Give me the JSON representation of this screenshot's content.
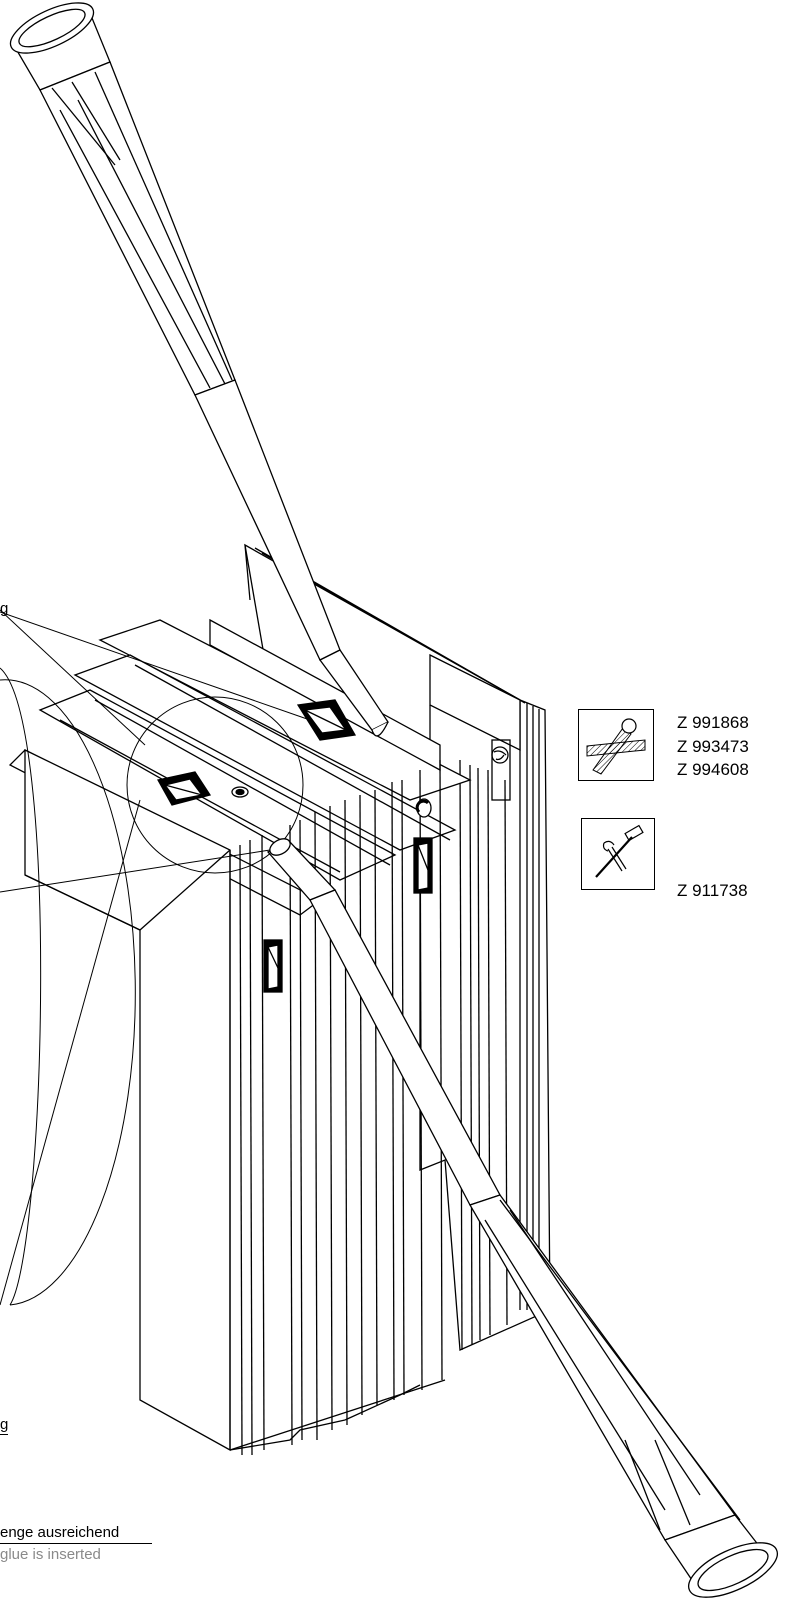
{
  "callouts": {
    "top_fragment": "g",
    "bottom_fragment": "g",
    "note_de": "enge ausreichend",
    "note_en": "glue is inserted"
  },
  "icons": [
    {
      "name": "glue-brush-icon",
      "codes": [
        "Z 991868",
        "Z 993473",
        "Z 994608"
      ]
    },
    {
      "name": "pliers-hammer-icon",
      "codes": [
        "Z 911738"
      ]
    }
  ],
  "colors": {
    "line": "#000000",
    "background": "#ffffff",
    "muted_text": "#8a8a8a"
  }
}
